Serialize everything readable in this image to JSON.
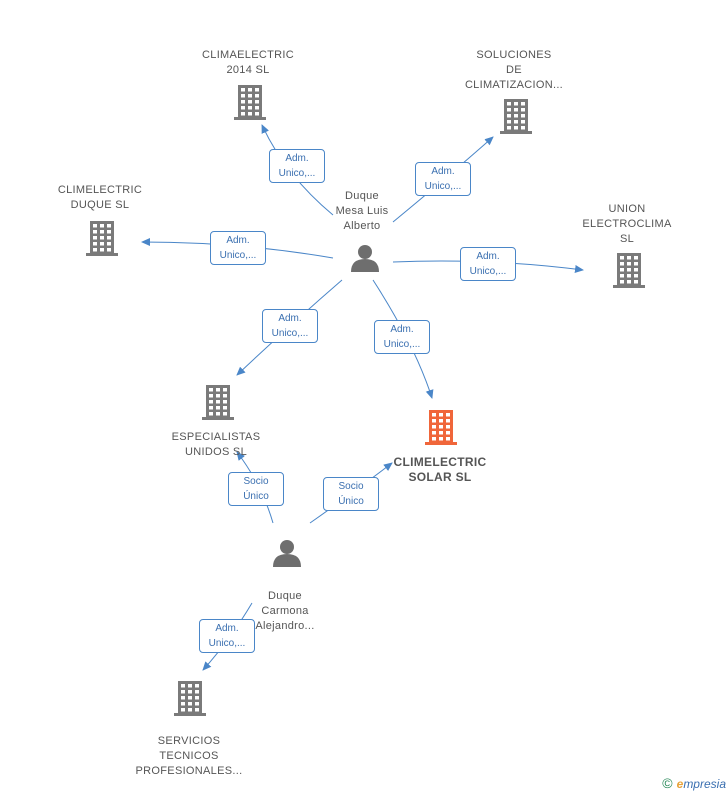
{
  "colors": {
    "edge": "#4a86c8",
    "company": "#7a7a7a",
    "company_highlight": "#f0663a",
    "person": "#6e6e6e"
  },
  "nodes": [
    {
      "id": "climaelectric2014",
      "type": "company",
      "label": "CLIMAELECTRIC\n2014  SL",
      "icon": "building-icon"
    },
    {
      "id": "soluciones",
      "type": "company",
      "label": "SOLUCIONES\nDE\nCLIMATIZACION...",
      "icon": "building-icon"
    },
    {
      "id": "climelectricduque",
      "type": "company",
      "label": "CLIMELECTRIC\nDUQUE SL",
      "icon": "building-icon"
    },
    {
      "id": "duquemesa",
      "type": "person",
      "label": "Duque\nMesa Luis\nAlberto",
      "icon": "person-icon"
    },
    {
      "id": "union",
      "type": "company",
      "label": "UNION\nELECTROCLIMA\nSL",
      "icon": "building-icon"
    },
    {
      "id": "especialistas",
      "type": "company",
      "label": "ESPECIALISTAS\nUNIDOS  SL",
      "icon": "building-icon"
    },
    {
      "id": "climelectricsolar",
      "type": "company",
      "label": "CLIMELECTRIC\nSOLAR  SL",
      "icon": "building-icon",
      "highlight": true
    },
    {
      "id": "duquecarmona",
      "type": "person",
      "label": "Duque\nCarmona\nAlejandro...",
      "icon": "person-icon"
    },
    {
      "id": "servicios",
      "type": "company",
      "label": "SERVICIOS\nTECNICOS\nPROFESIONALES...",
      "icon": "building-icon"
    }
  ],
  "edges": [
    {
      "from": "duquemesa",
      "to": "climaelectric2014",
      "label": "Adm.\nUnico,..."
    },
    {
      "from": "duquemesa",
      "to": "soluciones",
      "label": "Adm.\nUnico,..."
    },
    {
      "from": "duquemesa",
      "to": "climelectricduque",
      "label": "Adm.\nUnico,..."
    },
    {
      "from": "duquemesa",
      "to": "union",
      "label": "Adm.\nUnico,..."
    },
    {
      "from": "duquemesa",
      "to": "especialistas",
      "label": "Adm.\nUnico,..."
    },
    {
      "from": "duquemesa",
      "to": "climelectricsolar",
      "label": "Adm.\nUnico,..."
    },
    {
      "from": "duquecarmona",
      "to": "especialistas",
      "label": "Socio\nÚnico"
    },
    {
      "from": "duquecarmona",
      "to": "climelectricsolar",
      "label": "Socio\nÚnico"
    },
    {
      "from": "duquecarmona",
      "to": "servicios",
      "label": "Adm.\nUnico,..."
    }
  ],
  "footer": {
    "copyright": "©",
    "brand_initial": "e",
    "brand_rest": "mpresia"
  }
}
